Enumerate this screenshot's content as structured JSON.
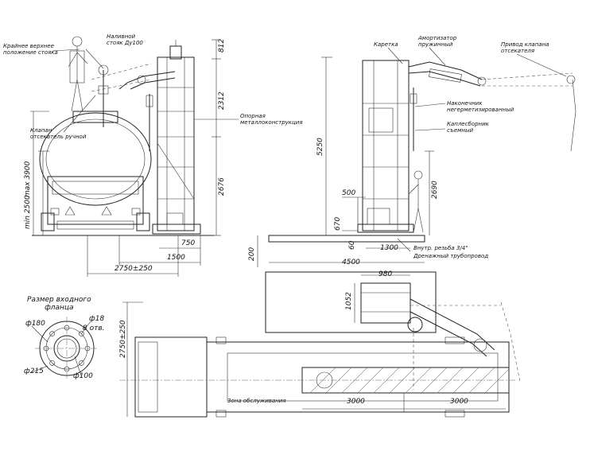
{
  "labels": {
    "top_position": "Крайнее верхнее\nположение стояка",
    "filling_riser": "Наливной\nстояк Ду100",
    "valve": "Клапан\nотсекатель ручной",
    "support": "Опорная\nметаллоконструкция",
    "carriage": "Каретка",
    "damper": "Амортизатор\nпружинный",
    "valve_drive": "Привод клапана\nотсекателя",
    "tip": "Наконечник\nнегерметизированный",
    "collector": "Каплесборник\nсъемный",
    "thread": "Внутр. резьба 3/4\"",
    "drain": "Дренажный трубопровод",
    "service_zone": "Зона обслуживания",
    "flange_title": "Размер входного\nфланца"
  },
  "dims": {
    "d812": "812",
    "d2312": "2312",
    "d2676": "2676",
    "d750": "750",
    "d1500": "1500",
    "d2750": "2750±250",
    "max3900": "max 3900",
    "min2500": "min 2500",
    "d5250": "5250",
    "d2690": "2690",
    "d500": "500",
    "d670": "670",
    "d60": "60",
    "d1300": "1300",
    "d200": "200",
    "d4500": "4500",
    "d980": "980",
    "d1052": "1052",
    "d2750v": "2750±250",
    "d3000a": "3000",
    "d3000b": "3000",
    "f180": "ф180",
    "f18": "ф18",
    "holes": "8 отв.",
    "f215": "ф215",
    "f100": "ф100"
  }
}
